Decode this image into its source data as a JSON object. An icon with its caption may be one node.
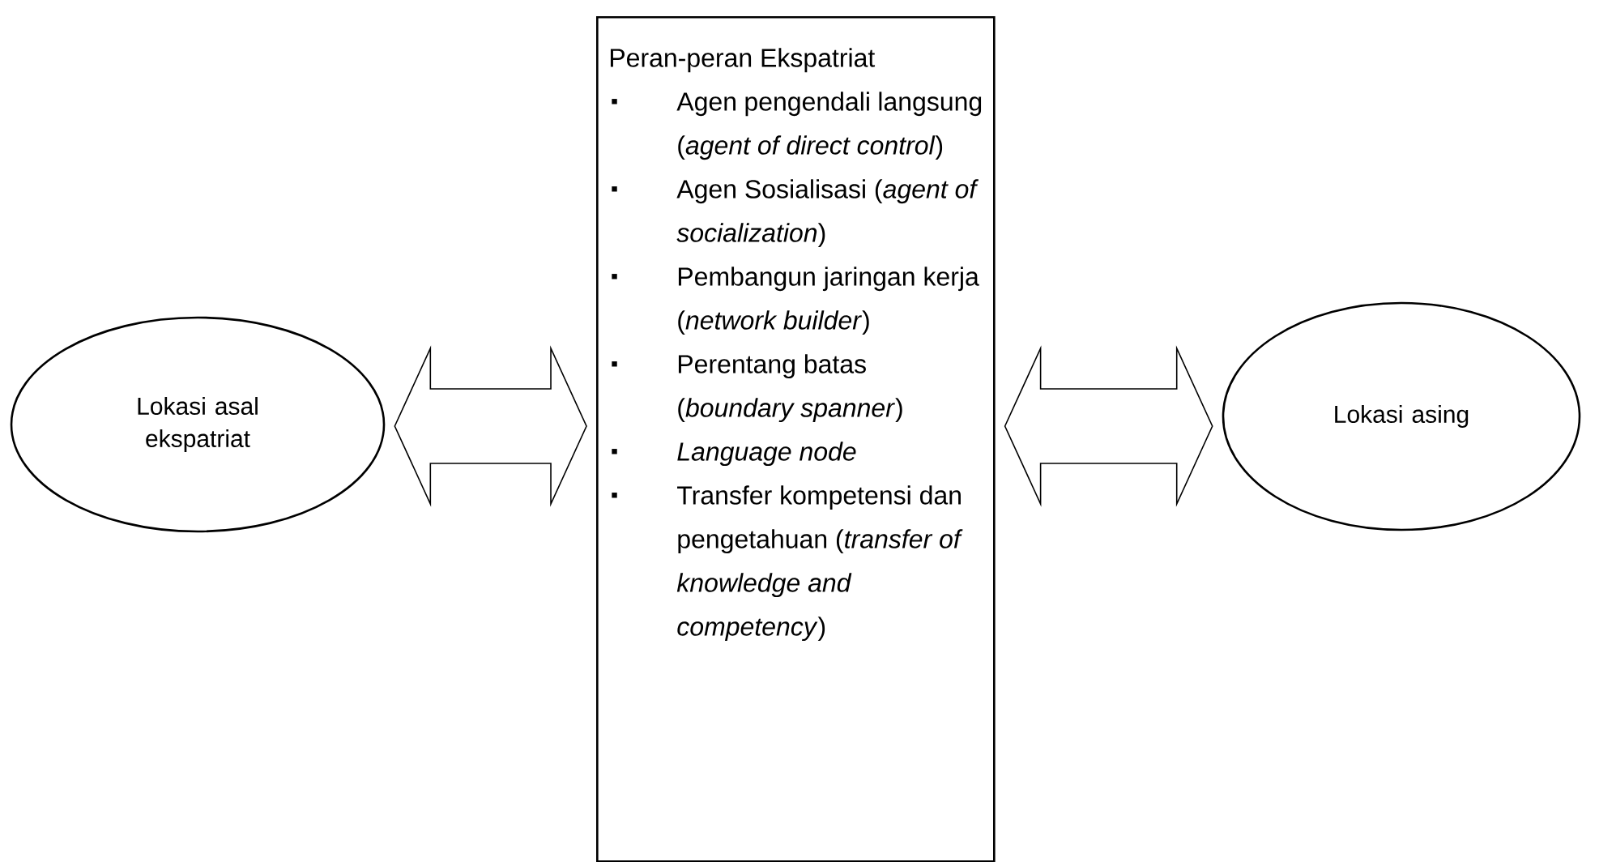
{
  "diagram": {
    "nodes": [
      {
        "text": [
          "Lokasi asal ekspatriat"
        ]
      },
      {
        "text": [
          "Peran-peran Ekspatriat",
          "Agen pengendali langsung (*agent of direct control*)",
          "Agen Sosialisasi (*agent of socialization*)",
          "Pembangun jaringan kerja (*network builder*)",
          "Perentang batas (*boundary spanner*)",
          "Language node",
          "Transfer kompetensi dan pengetahuan (*transfer of knowledge and competency*)"
        ]
      },
      {
        "text": [
          "Lokasi asing"
        ]
      }
    ],
    "edges": [
      {
        "from": 0,
        "to": 1,
        "arrow": "both"
      },
      {
        "from": 1,
        "to": 2,
        "arrow": "both"
      }
    ]
  }
}
